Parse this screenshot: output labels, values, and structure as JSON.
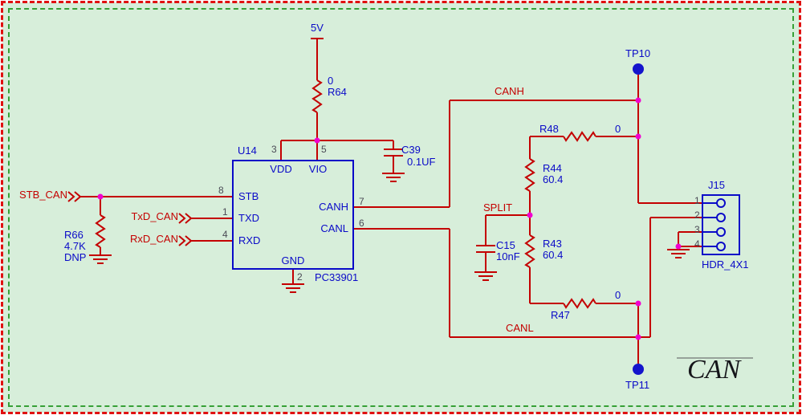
{
  "sheet": {
    "title": "CAN",
    "bg_color": "#d7eeda",
    "wire_color": "#c40000",
    "symbol_color": "#0a0ac8",
    "junction_color": "#f000d0",
    "testpoint_color": "#1414cc"
  },
  "power": {
    "rail": "5V"
  },
  "ports": [
    {
      "name": "STB_CAN"
    },
    {
      "name": "TxD_CAN"
    },
    {
      "name": "RxD_CAN"
    }
  ],
  "nets": {
    "canh": "CANH",
    "canl": "CANL",
    "split": "SPLIT"
  },
  "components": {
    "r64": {
      "ref": "R64",
      "value": "0"
    },
    "r66": {
      "ref": "R66",
      "value": "4.7K",
      "note": "DNP"
    },
    "r48": {
      "ref": "R48",
      "value": "0"
    },
    "r44": {
      "ref": "R44",
      "value": "60.4"
    },
    "r43": {
      "ref": "R43",
      "value": "60.4"
    },
    "r47": {
      "ref": "R47",
      "value": "0"
    },
    "c39": {
      "ref": "C39",
      "value": "0.1UF"
    },
    "c15": {
      "ref": "C15",
      "value": "10nF"
    },
    "u14": {
      "ref": "U14",
      "part": "PC33901",
      "pins": [
        {
          "num": "3",
          "name": "VDD"
        },
        {
          "num": "5",
          "name": "VIO"
        },
        {
          "num": "8",
          "name": "STB"
        },
        {
          "num": "1",
          "name": "TXD"
        },
        {
          "num": "4",
          "name": "RXD"
        },
        {
          "num": "7",
          "name": "CANH"
        },
        {
          "num": "6",
          "name": "CANL"
        },
        {
          "num": "2",
          "name": "GND"
        }
      ]
    },
    "j15": {
      "ref": "J15",
      "part": "HDR_4X1",
      "pins": [
        "1",
        "2",
        "3",
        "4"
      ]
    },
    "tp10": {
      "ref": "TP10"
    },
    "tp11": {
      "ref": "TP11"
    }
  }
}
